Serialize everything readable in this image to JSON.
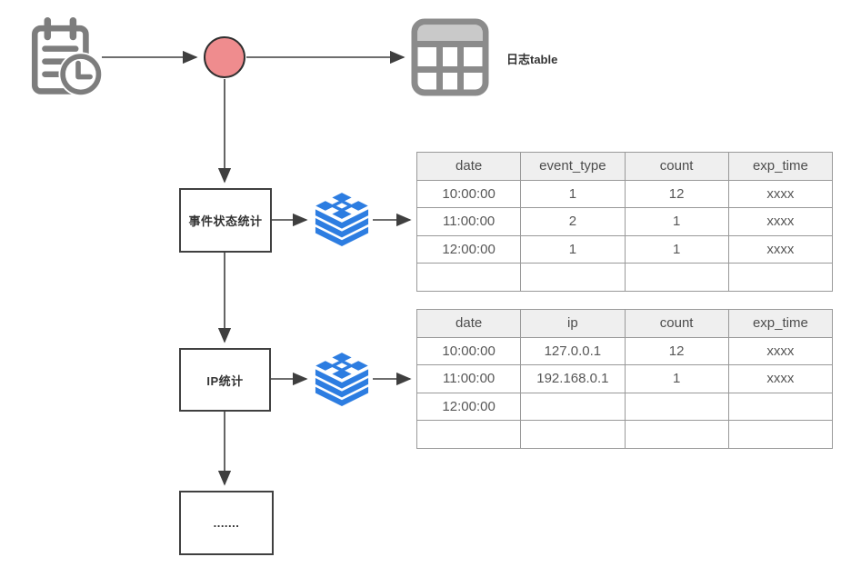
{
  "flow": {
    "log_table_label": "日志table",
    "box_event_label": "事件状态统计",
    "box_ip_label": "IP统计",
    "box_more_label": "......."
  },
  "icons": {
    "source": "clipboard-clock-icon",
    "start": "red-circle-node",
    "log_table": "table-grid-icon",
    "cache": "blue-layered-stack-icon"
  },
  "colors": {
    "node_fill": "#EF8C8E",
    "node_border": "#2f2f2f",
    "stack_blue": "#2D7DE1",
    "icon_gray": "#7d7d7d",
    "box_border": "#404040",
    "table_border": "#999999",
    "table_header_bg": "#EFEFEF",
    "arrow": "#3f3f3f"
  },
  "tables": [
    {
      "name": "event-status-table",
      "headers": [
        "date",
        "event_type",
        "count",
        "exp_time"
      ],
      "rows": [
        [
          "10:00:00",
          "1",
          "12",
          "xxxx"
        ],
        [
          "11:00:00",
          "2",
          "1",
          "xxxx"
        ],
        [
          "12:00:00",
          "1",
          "1",
          "xxxx"
        ],
        [
          "",
          "",
          "",
          ""
        ]
      ]
    },
    {
      "name": "ip-stats-table",
      "headers": [
        "date",
        "ip",
        "count",
        "exp_time"
      ],
      "rows": [
        [
          "10:00:00",
          "127.0.0.1",
          "12",
          "xxxx"
        ],
        [
          "11:00:00",
          "192.168.0.1",
          "1",
          "xxxx"
        ],
        [
          "12:00:00",
          "",
          "",
          ""
        ],
        [
          "",
          "",
          "",
          ""
        ]
      ]
    }
  ]
}
